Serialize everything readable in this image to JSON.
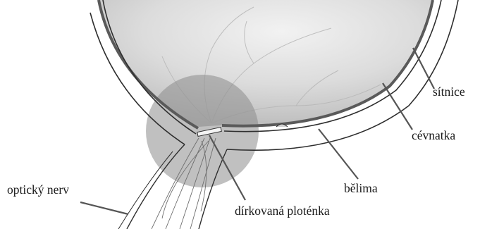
{
  "labels": {
    "retina": "sítnice",
    "choroid": "cévnatka",
    "sclera": "bělima",
    "optic_nerve": "optický nerv",
    "lamina_cribrosa": "dírkovaná ploténka"
  },
  "colors": {
    "eyeball_fill": "#d2d2d2",
    "highlight_circle": "#8c8c8c",
    "line": "#2e2e2e",
    "retina_band": "#5a5a5a",
    "text": "#1a1a1a"
  }
}
